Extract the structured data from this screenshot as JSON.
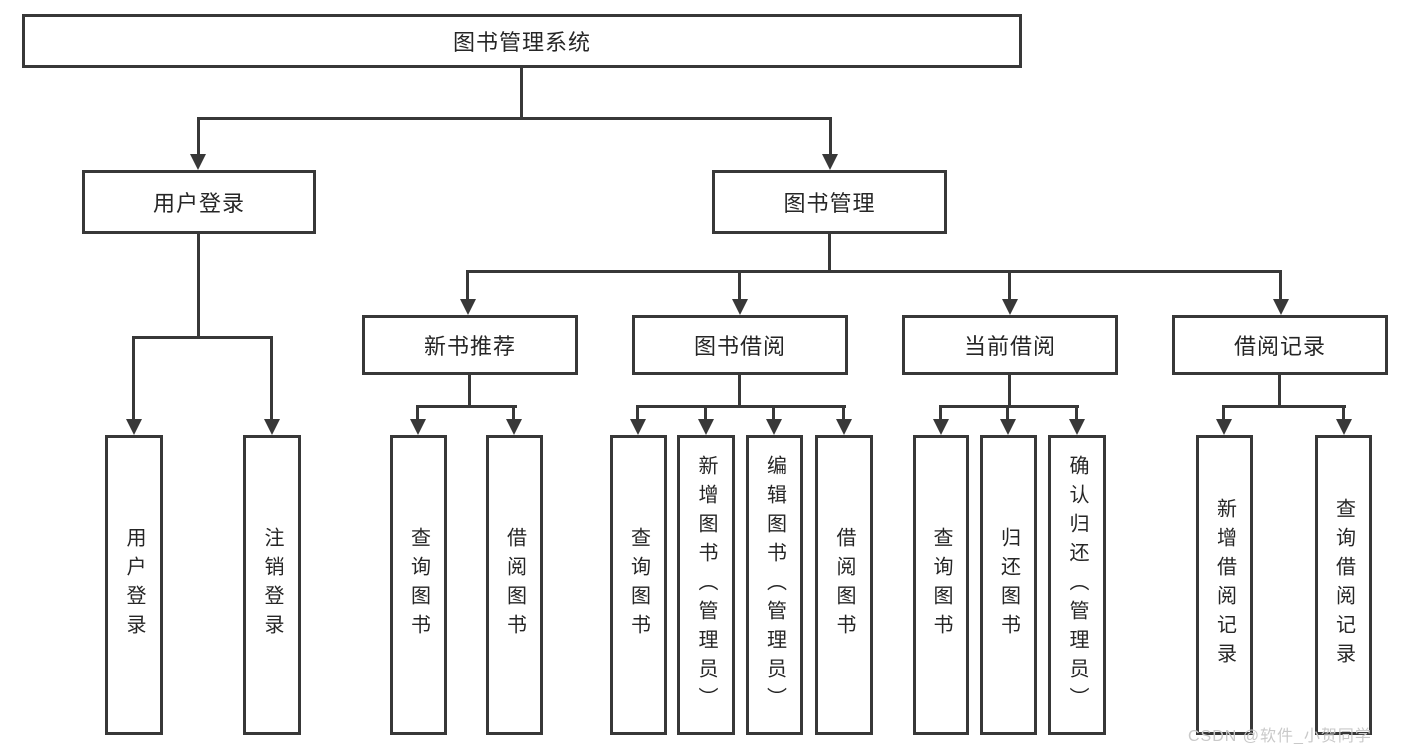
{
  "diagram": {
    "title": "图书管理系统",
    "level2": {
      "user_login": "用户登录",
      "book_management": "图书管理"
    },
    "level3": {
      "new_book_recommend": "新书推荐",
      "book_borrow": "图书借阅",
      "current_borrow": "当前借阅",
      "borrow_record": "借阅记录"
    },
    "leaves": {
      "user_login": "用户登录",
      "logout": "注销登录",
      "query_books_a": "查询图书",
      "borrow_books_a": "借阅图书",
      "query_books_b": "查询图书",
      "add_book_admin": "新增图书（管理员）",
      "edit_book_admin": "编辑图书（管理员）",
      "borrow_books_b": "借阅图书",
      "query_books_c": "查询图书",
      "return_book": "归还图书",
      "confirm_return_admin": "确认归还（管理员）",
      "add_borrow_record": "新增借阅记录",
      "query_borrow_record": "查询借阅记录"
    },
    "watermark": "CSDN @软件_小贺同学",
    "colors": {
      "line": "#383838",
      "text": "#262626",
      "watermark": "#c9c9c9",
      "background": "#ffffff"
    }
  }
}
